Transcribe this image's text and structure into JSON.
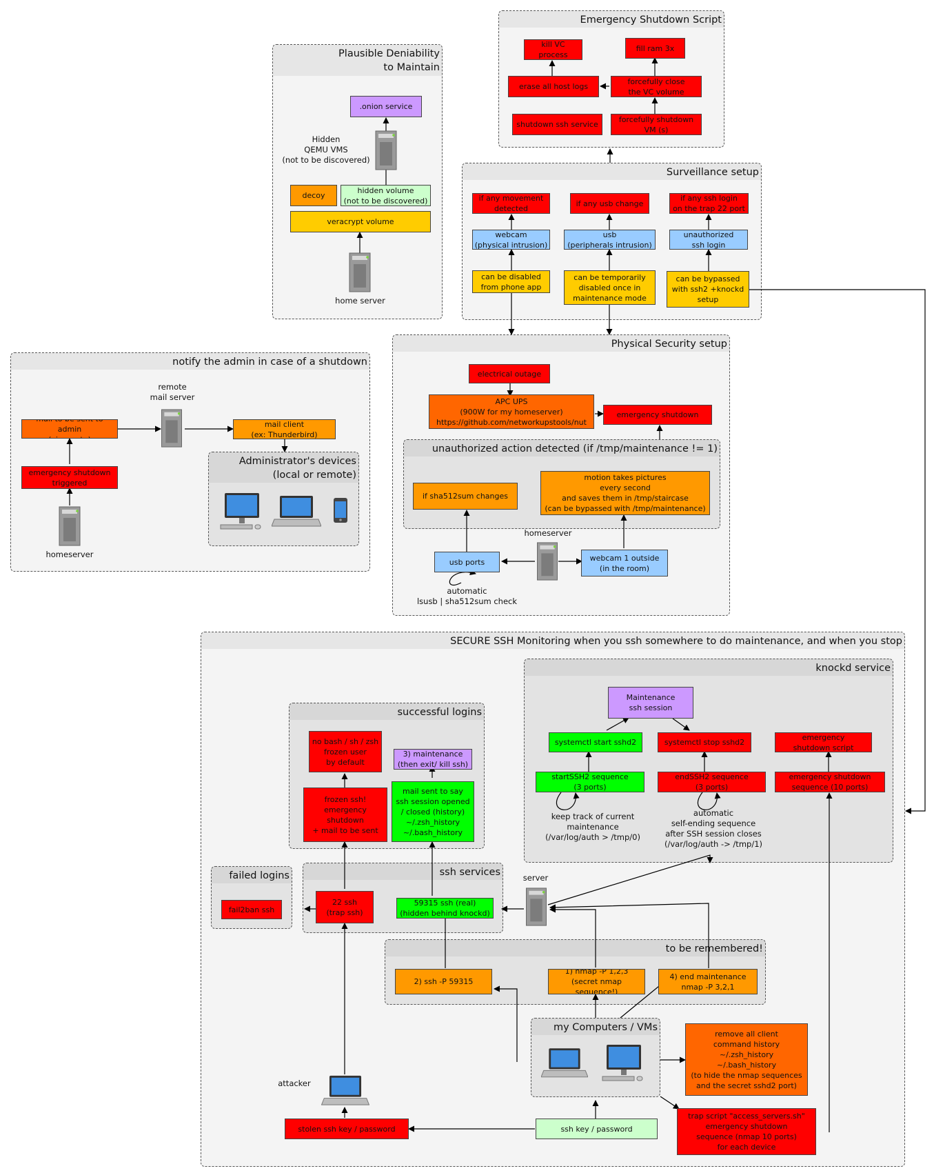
{
  "groups": {
    "shutdown": "Emergency Shutdown Script",
    "deniability": "Plausible Deniability\nto Maintain",
    "surveillance": "Surveillance setup",
    "physical": "Physical Security setup",
    "notify": "notify the admin in case of a shutdown",
    "admin_devices": "Administrator's devices\n(local or remote)",
    "unauthorized": "unauthorized action detected (if /tmp/maintenance != 1)",
    "secure_ssh": "SECURE SSH Monitoring when you ssh somewhere to do maintenance, and when you stop",
    "knockd": "knockd service",
    "successful": "successful logins",
    "failed": "failed logins",
    "ssh_services": "ssh services",
    "remember": "to be remembered!",
    "my_computers": "my Computers / VMs"
  },
  "nodes": {
    "kill_vc": "kill VC process",
    "fill_ram": "fill ram 3x",
    "erase_logs": "erase all host logs",
    "close_vc": "forcefully close\nthe VC volume",
    "shutdown_ssh": "shutdown ssh service",
    "shutdown_vm": "forcefully shutdown\nVM (s)",
    "onion": ".onion service",
    "decoy": "decoy",
    "hidden_volume": "hidden volume\n(not to be discovered)",
    "veracrypt": "veracrypt volume",
    "if_movement": "if any movement\ndetected",
    "if_usb": "if any usb change",
    "if_ssh": "if any ssh login\non the trap 22 port",
    "webcam": "webcam\n(physical intrusion)",
    "usb": "usb\n(peripherals intrusion)",
    "unauth_ssh": "unauthorized\nssh login",
    "disabled_phone": "can be disabled\nfrom phone app",
    "temp_disabled": "can be temporarily\ndisabled once in\nmaintenance mode",
    "bypassed_ssh2": "can be bypassed\nwith ssh2 +knockd\nsetup",
    "outage": "electrical outage",
    "ups": "APC UPS\n(900W for my homeserver)\nhttps://github.com/networkupstools/nut",
    "emergency_shutdown": "emergency shutdown",
    "sha_changes": "if sha512sum changes",
    "motion": "motion takes pictures\nevery second\nand saves them in /tmp/staircase\n(can be bypassed with /tmp/maintenance)",
    "usb_ports": "usb ports",
    "webcam_outside": "webcam 1 outside\n(in the room)",
    "mail_admin": "mail to be sent to admin\n(via ssmtp)",
    "mail_client": "mail client\n(ex: Thunderbird)",
    "emergency_triggered": "emergency shutdown\ntriggered",
    "maintenance_session": "Maintenance\nssh session",
    "start_sshd2": "systemctl start sshd2",
    "stop_sshd2": "systemctl stop sshd2",
    "emergency_script": "emergency\nshutdown script",
    "start_seq": "startSSH2 sequence\n(3 ports)",
    "end_seq": "endSSH2 sequence\n(3 ports)",
    "emergency_seq": "emergency shutdown\nsequence (10 ports)",
    "no_bash": "no bash / sh / zsh\nfrozen user\nby default",
    "maintenance3": "3) maintenance\n(then exit/ kill ssh)",
    "frozen": "frozen ssh!\nemergency\nshutdown\n+ mail to be sent",
    "mail_sent": "mail sent to say\nssh session opened\n/ closed (history)\n~/.zsh_history\n~/.bash_history",
    "fail2ban": "fail2ban ssh",
    "ssh22": "22 ssh\n(trap ssh)",
    "ssh59315": "59315 ssh (real)\n(hidden behind knockd)",
    "ssh_p": "2) ssh -P 59315",
    "nmap_start": "1) nmap -P 1,2,3\n(secret nmap sequence!)",
    "nmap_end": "4) end maintenance\nnmap -P 3,2,1",
    "remove_history": "remove all client\ncommand history\n~/.zsh_history\n~/.bash_history\n(to hide the nmap sequences\nand the secret sshd2 port)",
    "trap_script": "trap script \"access_servers.sh\"\nemergency shutdown\nsequence (nmap 10 ports)\nfor each device",
    "stolen_key": "stolen ssh key / password",
    "ssh_key": "ssh key / password"
  },
  "labels": {
    "hidden_qemu": "Hidden\nQEMU VMS\n(not to be discovered)",
    "home_server": "home server",
    "remote_mail": "remote\nmail server",
    "homeserver_notify": "homeserver",
    "homeserver_phys": "homeserver",
    "automatic_lsusb": "automatic\nlsusb | sha512sum check",
    "keep_track": "keep track of current\nmaintenance\n(/var/log/auth > /tmp/0)",
    "automatic_end": "automatic\nself-ending sequence\nafter SSH session closes\n(/var/log/auth -> /tmp/1)",
    "server": "server",
    "attacker": "attacker"
  },
  "colors": {
    "red": "#ff0000",
    "orange": "#ff9900",
    "dark_orange": "#ff6600",
    "yellow": "#ffcc00",
    "blue": "#99ccff",
    "purple": "#cc99ff",
    "light_green": "#ccffcc",
    "green": "#00ff00"
  },
  "icons": [
    "server-icon",
    "desktop-icon",
    "laptop-icon",
    "phone-icon"
  ]
}
